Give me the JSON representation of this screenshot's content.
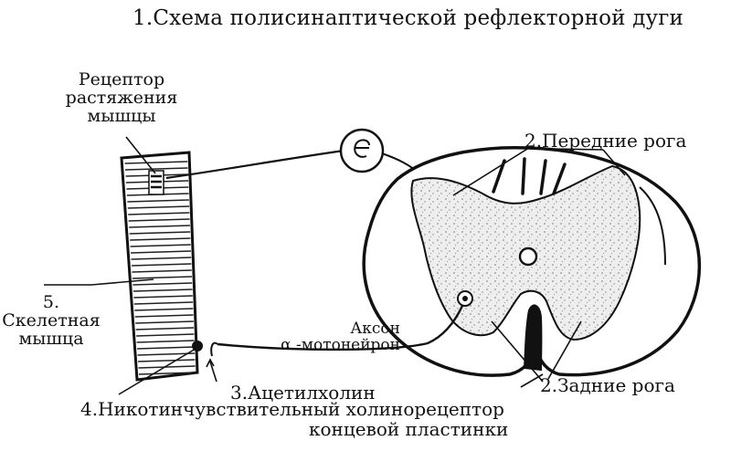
{
  "diagram": {
    "title": "1.Схема полисинаптической рефлекторной дуги",
    "receptor_label": [
      "Рецептор",
      "растяжения",
      "мышцы"
    ],
    "muscle_label": [
      "5.",
      "Скелетная",
      "мышца"
    ],
    "anterior_horns_label": "2.Передние рога",
    "posterior_horns_label": "2.Задние рога",
    "axon_label": [
      "Аксон",
      "α -мотонейрон"
    ],
    "acetylcholine_label": "3.Ацетилхолин",
    "cholinoreceptor_label_line1": "4.Никотинчувствительный холинорецептор",
    "cholinoreceptor_label_line2": "концевой пластинки"
  }
}
